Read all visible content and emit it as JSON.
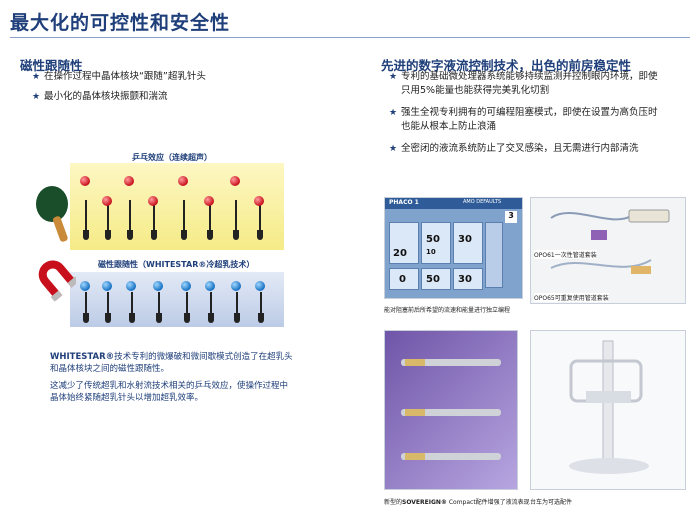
{
  "page_title": "最大化的可控性和安全性",
  "left": {
    "heading": "磁性跟随性",
    "bullets": [
      "在操作过程中晶体核块“跟随”超乳针头",
      "最小化的晶体核块振颤和湍流"
    ],
    "diagram_top_label": "乒乓效应（连续超声）",
    "diagram_bottom_label": "磁性跟随性（WHITESTAR®冷超乳技术）",
    "para1_brand": "WHITESTAR®",
    "para1_rest": "技术专利的微爆破和微间歇模式创造了在超乳头和晶体核块之间的磁性跟随性。",
    "para2": "这减少了传统超乳和水射流技术相关的乒乓效应，使操作过程中晶体始终紧随超乳针头以增加超乳效率。"
  },
  "right": {
    "heading": "先进的数字液流控制技术，出色的前房稳定性",
    "bullets": [
      "专利的基础微处理器系统能够持续监测并控制眼内环境，即使只用5%能量也能获得完美乳化切割",
      "强生全视专利拥有的可编程阻塞模式，即使在设置为高负压时也能从根本上防止浪涌",
      "全密闭的液流系统防止了交叉感染，且无需进行内部清洗"
    ]
  },
  "screen": {
    "top_title": "PHACO 1",
    "top_right": "AMO DEFAULTS",
    "values": [
      "20",
      "50",
      "30",
      "0",
      "50",
      "30",
      "10",
      "3"
    ]
  },
  "captions": {
    "screen": "能对阻塞前后所希望的流速和能量进行独立编程",
    "opo61": "OPO61一次性管道套装",
    "opo65": "OPO65可重复使用管道套装",
    "handpiece_brand": "SOVEREIGN®",
    "handpiece_pre": "新型的",
    "handpiece_post": " Compact配件增强了液流表现",
    "cart": "台车为可选配件"
  },
  "colors": {
    "accent": "#1f3f7a"
  }
}
